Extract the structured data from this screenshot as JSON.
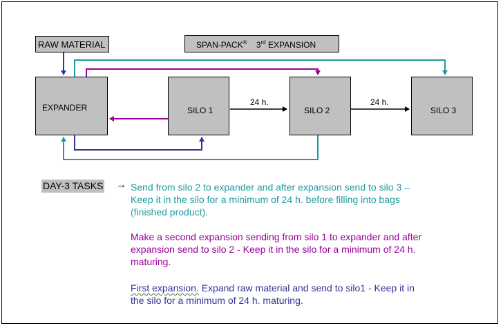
{
  "boxes": {
    "raw_material": "RAW MATERIAL",
    "span_pack": "SPAN-PACK",
    "span_pack_reg": "®",
    "expansion_num": "3",
    "expansion_ord": "rd",
    "expansion_word": "EXPANSION",
    "expander": "EXPANDER",
    "silo1": "SILO 1",
    "silo2": "SILO 2",
    "silo3": "SILO 3"
  },
  "flow_labels": {
    "silo1_to_silo2": "24 h.",
    "silo2_to_silo3": "24 h."
  },
  "tasks": {
    "heading": "DAY-3 TASKS",
    "arrow": "→",
    "p1_line1": "Send from silo 2  to expander and after expansion send to silo 3 –",
    "p1_line2": "Keep it in the silo for a minimum of 24 h. before filling into bags",
    "p1_line3": "(finished product).",
    "p2_line1": "Make a second expansion sending from silo 1 to expander and after",
    "p2_line2": "expansion send to silo 2 - Keep it in the silo for a minimum of 24 h.",
    "p2_line3": "maturing.",
    "p3_squiggle": "First expansion.",
    "p3_line1_rest": " Expand raw material and send to silo1 - Keep it in",
    "p3_line2": "the silo for a minimum of 24 h. maturing."
  },
  "colors": {
    "teal": "#1f9aa0",
    "purple": "#990099",
    "navy": "#333399",
    "box_fill": "#c0c0c0"
  }
}
